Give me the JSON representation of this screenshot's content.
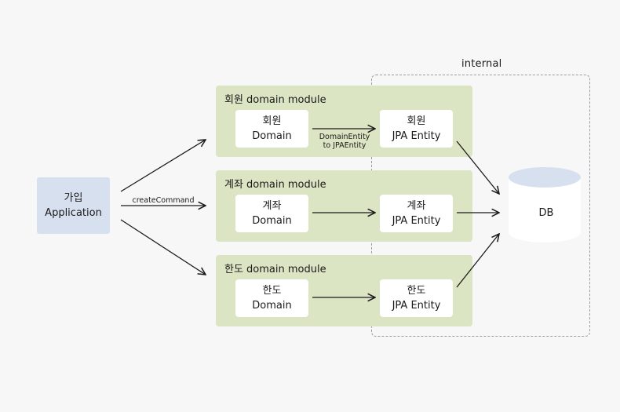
{
  "internal_label": "internal",
  "application": {
    "line1": "가입",
    "line2": "Application"
  },
  "command_label": "createCommand",
  "mapping_label": {
    "line1": "DomainEntity",
    "line2": "to JPAEntity"
  },
  "modules": [
    {
      "title": "회원 domain module",
      "domain": {
        "line1": "회원",
        "line2": "Domain"
      },
      "entity": {
        "line1": "회원",
        "line2": "JPA Entity"
      }
    },
    {
      "title": "계좌 domain module",
      "domain": {
        "line1": "계좌",
        "line2": "Domain"
      },
      "entity": {
        "line1": "계좌",
        "line2": "JPA Entity"
      }
    },
    {
      "title": "한도 domain module",
      "domain": {
        "line1": "한도",
        "line2": "Domain"
      },
      "entity": {
        "line1": "한도",
        "line2": "JPA Entity"
      }
    }
  ],
  "db": {
    "label": "DB"
  },
  "colors": {
    "module_bg": "#dbe5c3",
    "application_bg": "#d7e0ef",
    "db_top": "#d7e0ef",
    "internal_border": "#9a9ca3"
  }
}
